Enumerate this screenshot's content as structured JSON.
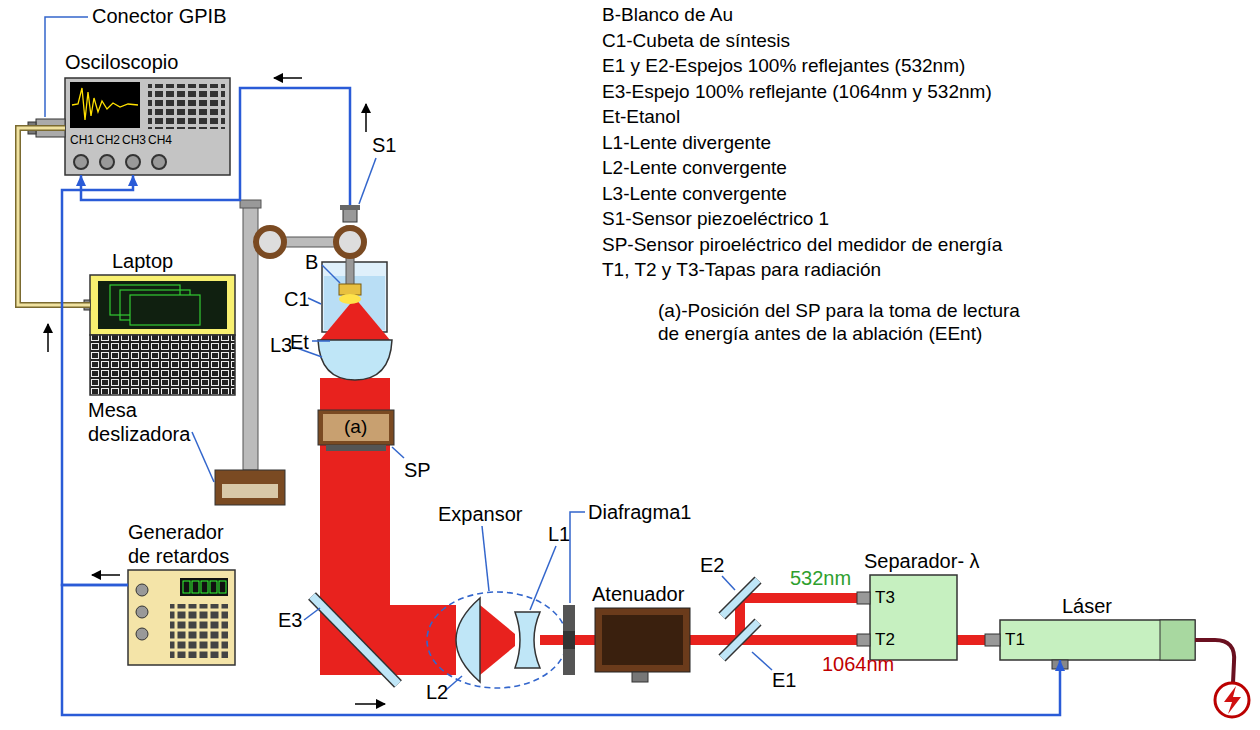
{
  "diagram": {
    "nodes": [
      {
        "text": [
          "Osciloscopio",
          "CH1",
          "CH2",
          "CH3",
          "CH4"
        ]
      },
      {
        "text": [
          "S1"
        ]
      },
      {
        "text": [
          "Laptop"
        ]
      },
      {
        "text": [
          "(a)"
        ]
      },
      {
        "text": [
          "Generador de retardos"
        ]
      },
      {
        "text": [
          "Separador- λ"
        ]
      },
      {
        "text": [
          "Atenuador"
        ]
      },
      {
        "text": [
          "Láser"
        ]
      }
    ],
    "edges": [
      {
        "from": 1,
        "to": 0,
        "arrow": "to"
      },
      {
        "from": 0,
        "to": 2,
        "arrow": "none"
      },
      {
        "from": 4,
        "to": 0,
        "arrow": "to"
      },
      {
        "from": 4,
        "to": 7,
        "arrow": "to"
      }
    ],
    "labels": [
      "Conector GPIB",
      "B-Blanco de Au",
      "C1-Cubeta de síntesis",
      "E1 y E2-Espejos 100% reflejantes (532nm)",
      "E3-Espejo 100% reflejante (1064nm y 532nm)",
      "Et-Etanol",
      "L1-Lente divergente",
      "L2-Lente convergente",
      "L3-Lente convergente",
      "S1-Sensor piezoeléctrico 1",
      "SP-Sensor piroeléctrico del medidor de energía",
      "T1, T2 y T3-Tapas para radiación",
      "(a)-Posición del SP para la toma de lectura de energía antes de la ablación (EEnt)",
      "B",
      "C1",
      "Et",
      "L3",
      "Mesa deslizadora",
      "SP",
      "Expansor",
      "L1",
      "Diafragma1",
      "532nm",
      "E2",
      "T3",
      "T2",
      "E1",
      "1064nm",
      "T1",
      "E3",
      "L2"
    ]
  }
}
